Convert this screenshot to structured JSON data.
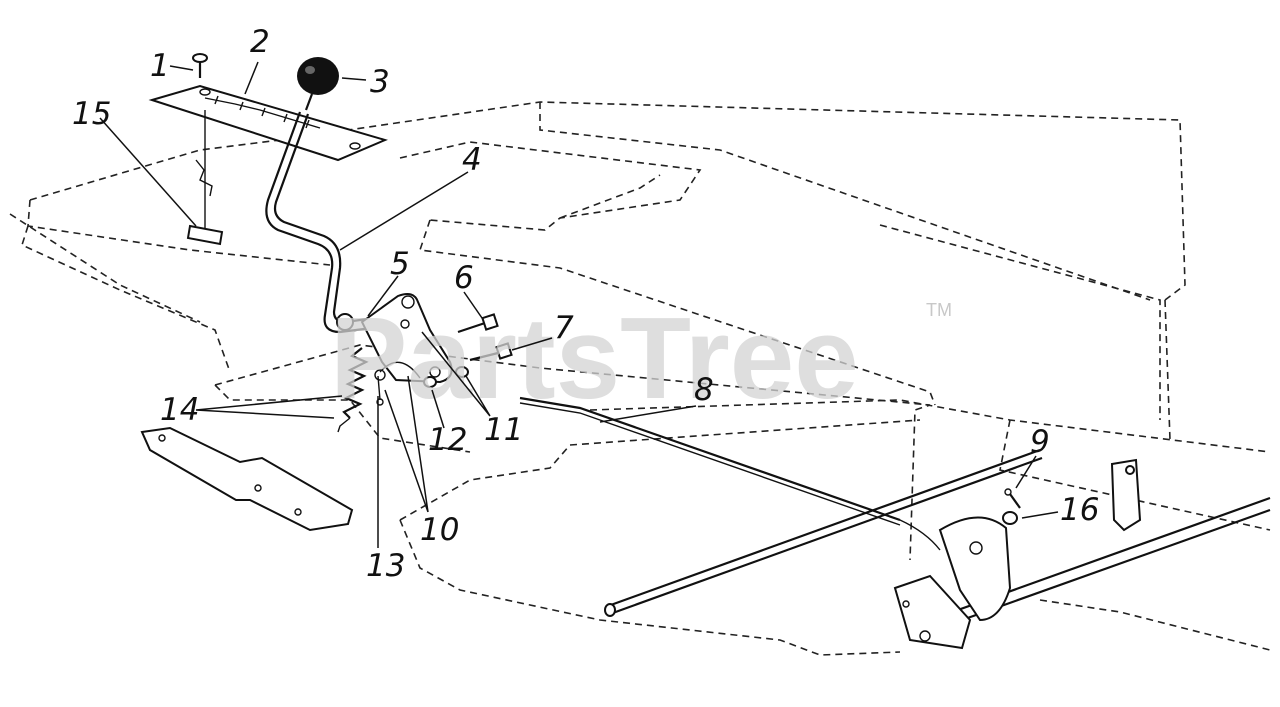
{
  "diagram": {
    "watermark": "PartsTree",
    "trademark": "TM",
    "callouts": [
      "1",
      "2",
      "3",
      "4",
      "5",
      "6",
      "7",
      "8",
      "9",
      "10",
      "11",
      "12",
      "13",
      "14",
      "15",
      "16"
    ]
  }
}
